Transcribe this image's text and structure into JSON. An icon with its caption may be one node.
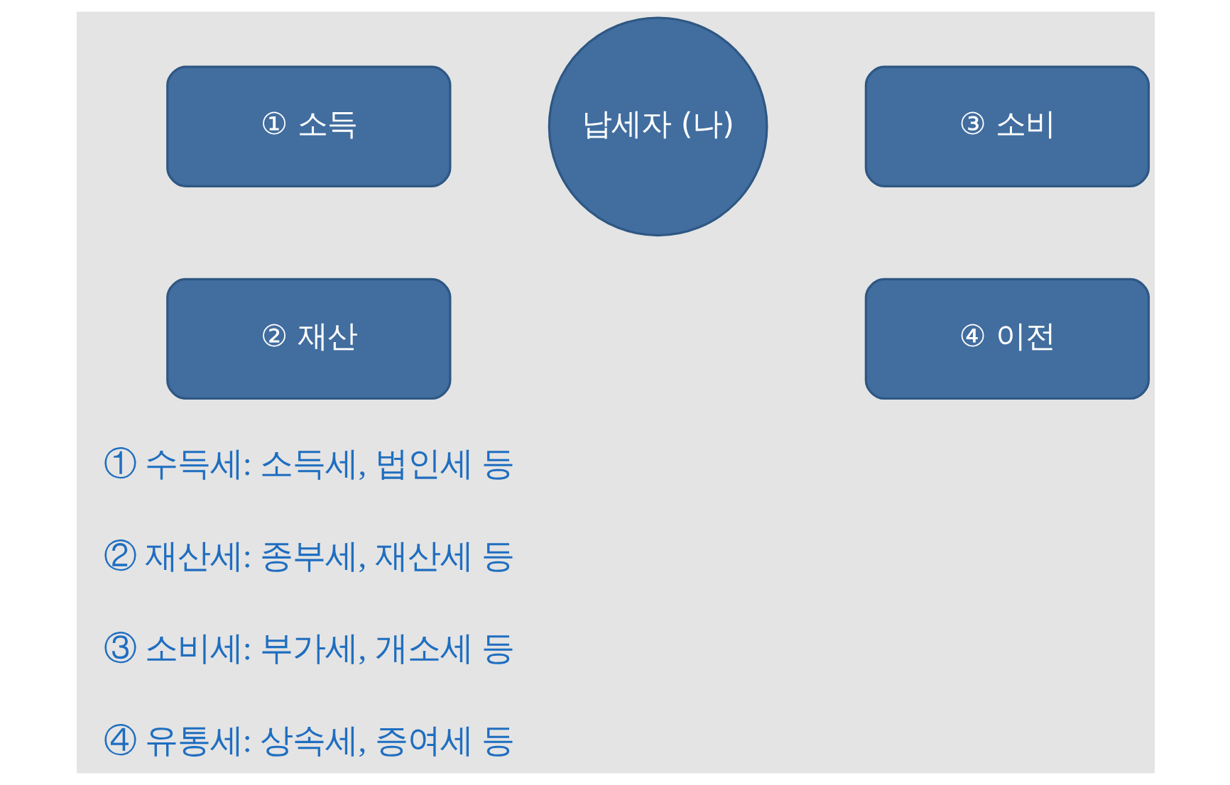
{
  "diagram": {
    "nodes": [
      {
        "text": [
          "① 소득"
        ]
      },
      {
        "text": [
          "납세자 (나)"
        ]
      },
      {
        "text": [
          "③ 소비"
        ]
      },
      {
        "text": [
          "② 재산"
        ]
      },
      {
        "text": [
          "④ 이전"
        ]
      }
    ],
    "edges": [],
    "labels": [
      "① 수득세: 소득세, 법인세 등",
      "② 재산세: 종부세, 재산세 등",
      "③ 소비세: 부가세, 개소세 등",
      "④ 유통세: 상속세, 증여세 등"
    ]
  }
}
